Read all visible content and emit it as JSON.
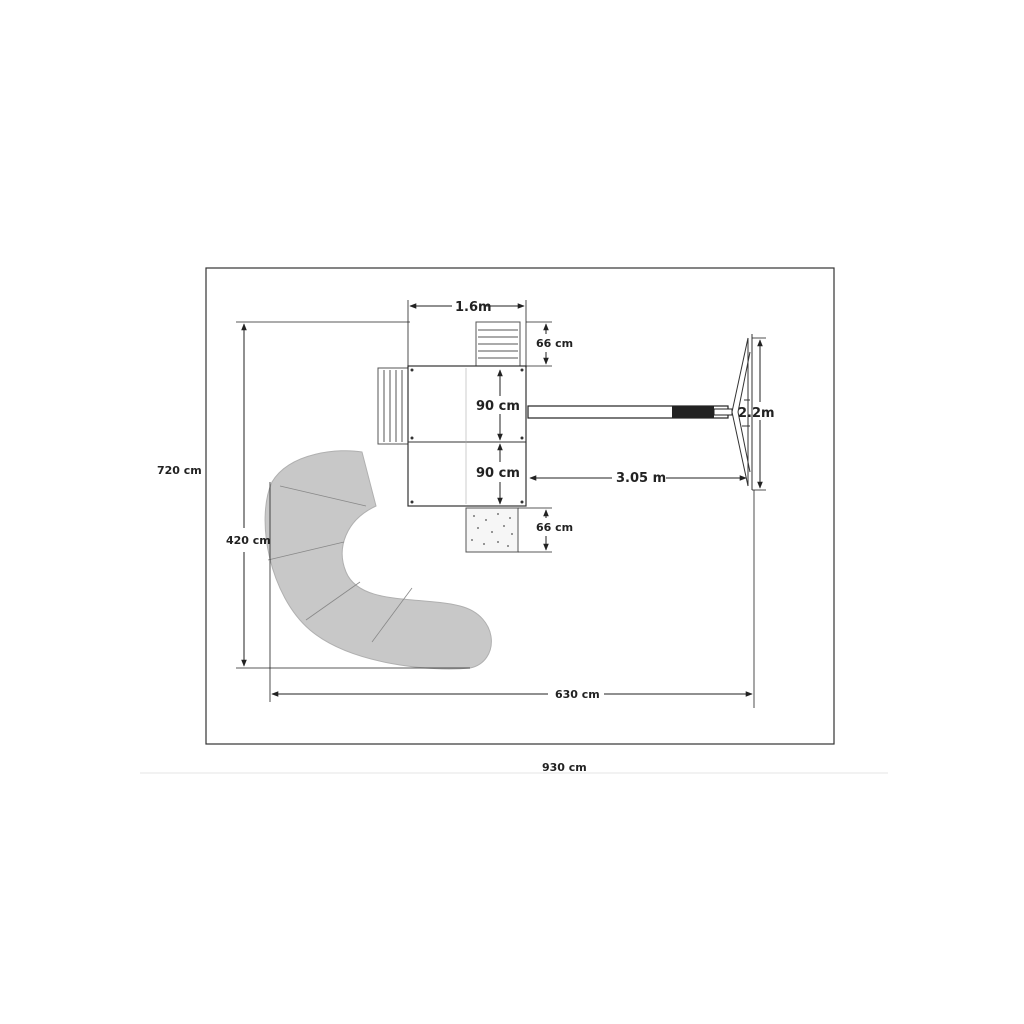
{
  "diagram": {
    "colors": {
      "line": "#222222",
      "slide_fill": "#c8c8c8",
      "beam_fill": "#222222"
    },
    "labels": {
      "top_width": "1.6m",
      "ladder_depth": "66 cm",
      "deck_upper": "90 cm",
      "deck_lower": "90 cm",
      "swing_width": "2.2m",
      "swing_beam": "3.05 m",
      "step_depth": "66 cm",
      "outer_height": "720 cm",
      "inner_height": "420 cm",
      "inner_width": "630 cm",
      "outer_width": "930 cm"
    }
  }
}
